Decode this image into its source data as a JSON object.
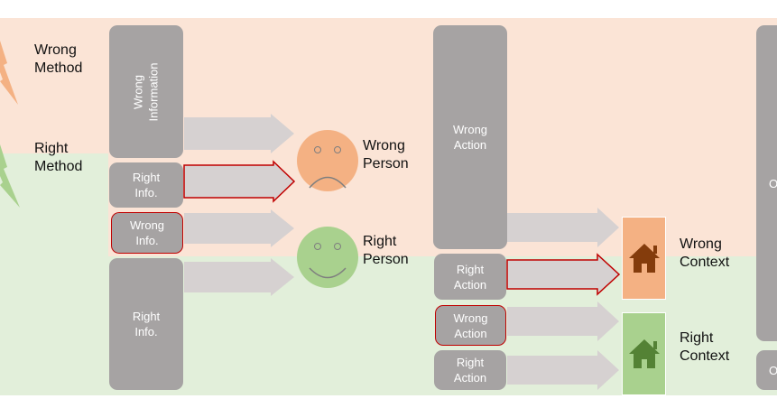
{
  "colors": {
    "wrong_band": "#fbe4d6",
    "right_band": "#e2efda",
    "box_gray": "#a6a3a3",
    "arrow_gray": "#d6d1d1",
    "highlight_red": "#c00000",
    "wrong_orange": "#f4b183",
    "right_green": "#a9d18e"
  },
  "methods": {
    "wrong": "Wrong\nMethod",
    "right": "Right\nMethod"
  },
  "information": {
    "wrong_information": "Wrong\nInformation",
    "right_info_small": "Right\nInfo.",
    "wrong_info_small": "Wrong\nInfo.",
    "right_info_large": "Right\nInfo."
  },
  "persons": {
    "wrong": "Wrong\nPerson",
    "right": "Right\nPerson"
  },
  "actions": {
    "wrong_action_large": "Wrong\nAction",
    "right_action_1": "Right\nAction",
    "wrong_action_small": "Wrong\nAction",
    "right_action_2": "Right\nAction"
  },
  "contexts": {
    "wrong": "Wrong\nContext",
    "right": "Right\nContext"
  },
  "edge_labels": {
    "top": "O",
    "bottom": "O"
  },
  "icons": {
    "wrong_person": "sad-face-icon",
    "right_person": "happy-face-icon",
    "wrong_context": "house-icon",
    "right_context": "house-icon",
    "wrong_method": "lightning-icon",
    "right_method": "lightning-icon"
  }
}
